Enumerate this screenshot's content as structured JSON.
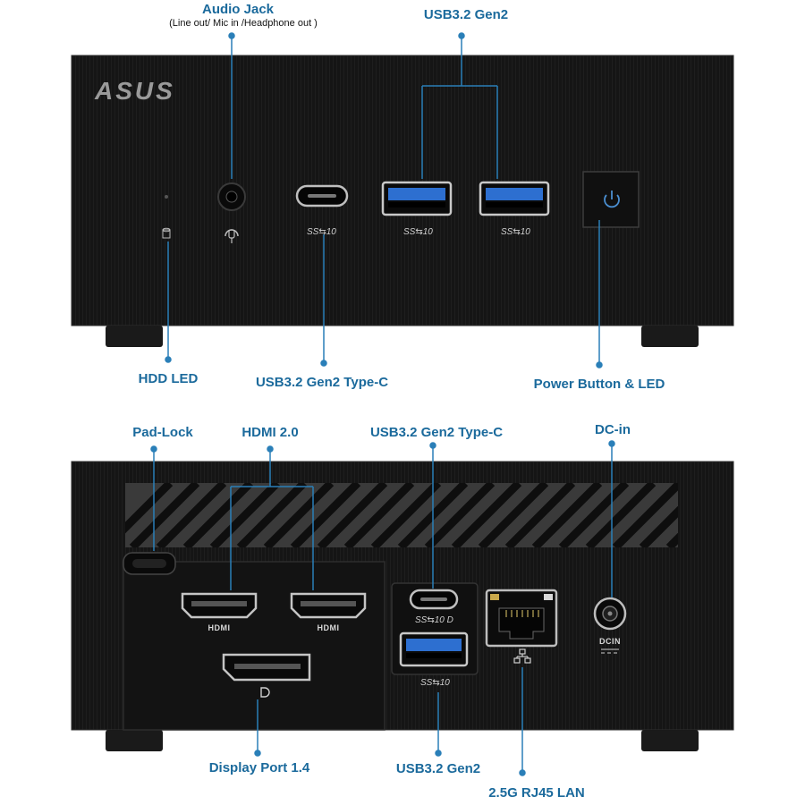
{
  "brand": "ASUS",
  "front_panel": {
    "callouts": {
      "audio_jack": "Audio Jack",
      "audio_jack_detail": "(Line out/ Mic in /Headphone out )",
      "usb_gen2": "USB3.2 Gen2",
      "hdd_led": "HDD LED",
      "usb_typec": "USB3.2 Gen2 Type-C",
      "power": "Power Button & LED"
    },
    "port_marks": {
      "ss10_a": "SS⇆10",
      "ss10_b": "SS⇆10",
      "ss10_c": "SS⇆10"
    }
  },
  "rear_panel": {
    "callouts": {
      "pad_lock": "Pad-Lock",
      "hdmi": "HDMI 2.0",
      "usb_typec": "USB3.2 Gen2 Type-C",
      "dc_in": "DC-in",
      "displayport": "Display Port 1.4",
      "usb_gen2": "USB3.2 Gen2",
      "lan": "2.5G RJ45 LAN"
    },
    "port_marks": {
      "hdmi_a": "HDMI",
      "hdmi_b": "HDMI",
      "typec_mark": "SS⇆10 D",
      "usb_mark": "SS⇆10",
      "dcin": "DCIN"
    }
  },
  "colors": {
    "label": "#1b6a9c",
    "leader": "#2a7fb8",
    "chassis": "#141414",
    "usb_blue": "#2d6fd0"
  }
}
